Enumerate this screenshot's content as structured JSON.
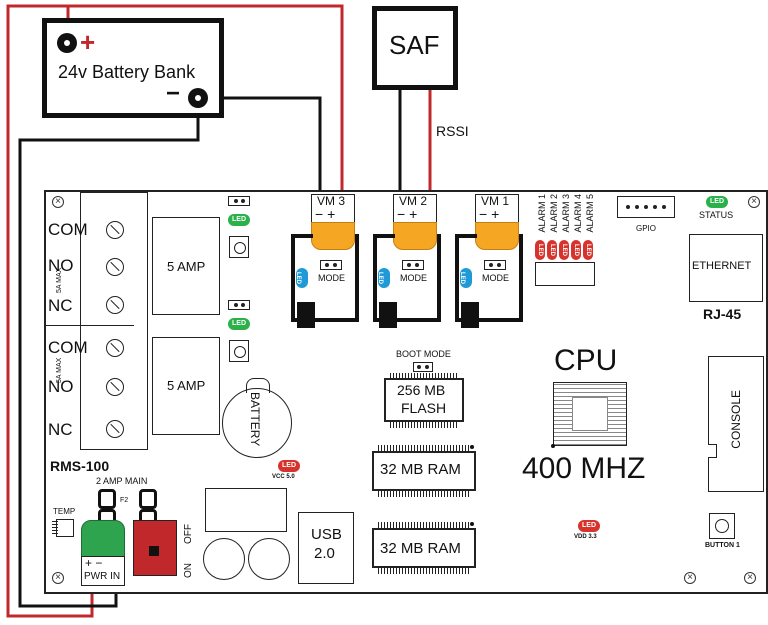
{
  "battery": {
    "label": "24v Battery Bank",
    "plus": "+",
    "minus": "−"
  },
  "saf": {
    "label": "SAF",
    "signal": "RSSI"
  },
  "board": {
    "name": "RMS-100",
    "relay_labels": {
      "com": "COM",
      "no": "NO",
      "nc": "NC",
      "rating": "5A MAX"
    },
    "relays": [
      {
        "label": "5 AMP"
      },
      {
        "label": "5 AMP"
      }
    ],
    "battery": "BATTERY",
    "vcc": "VCC 5.0",
    "vdd": "VDD 3.3",
    "led": "LED",
    "vm": [
      {
        "label": "VM 3"
      },
      {
        "label": "VM 2"
      },
      {
        "label": "VM 1"
      }
    ],
    "vm_polarity": "−  +",
    "mode": "MODE",
    "alarms": [
      "ALARM 1",
      "ALARM 2",
      "ALARM 3",
      "ALARM 4",
      "ALARM 5"
    ],
    "gpio": "GPIO",
    "status": "STATUS",
    "ethernet": "ETHERNET",
    "rj45": "RJ-45",
    "boot_mode": "BOOT MODE",
    "flash": [
      "256 MB",
      "FLASH"
    ],
    "ram": [
      "32 MB RAM",
      "32 MB RAM"
    ],
    "cpu": "CPU",
    "cpu_speed": "400 MHZ",
    "console": "CONSOLE",
    "button": "BUTTON 1",
    "usb": [
      "USB",
      "2.0"
    ],
    "fuse_main": "2 AMP MAIN",
    "fuse": "F2",
    "temp": "TEMP",
    "pwr_in": "PWR IN",
    "pwr_polarity": "+  −",
    "switch_on": "ON",
    "switch_off": "OFF"
  },
  "colors": {
    "positive_wire": "#c0282c",
    "negative_wire": "#111111",
    "led_green": "#2bb14a",
    "led_red": "#d8322c",
    "led_blue": "#1f9ad6",
    "terminal_orange": "#f5a623",
    "switch_red": "#c0282c"
  }
}
